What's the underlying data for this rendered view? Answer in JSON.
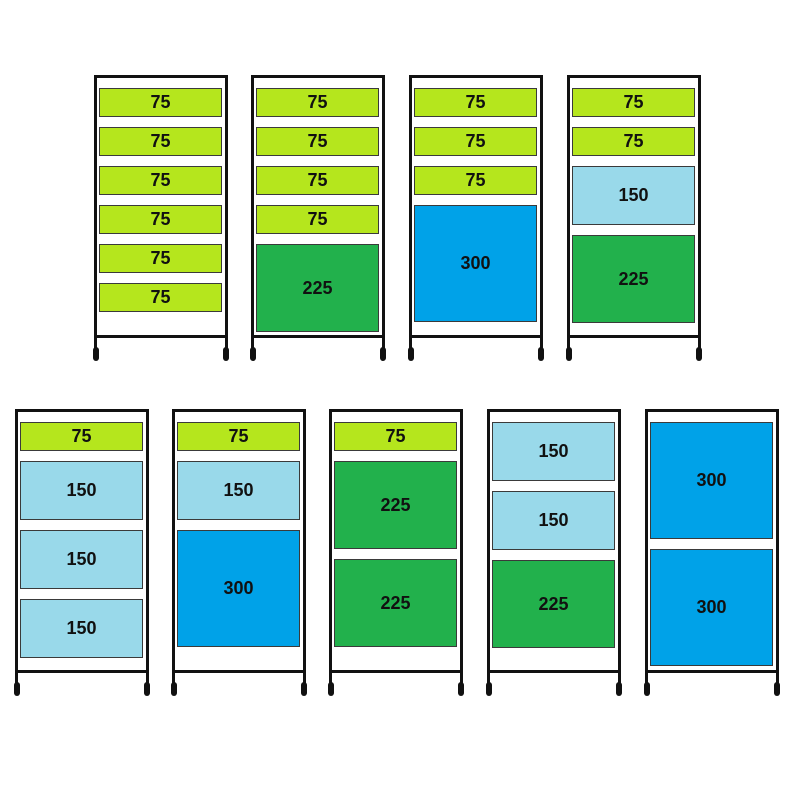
{
  "colors": {
    "75": "#b5e61d",
    "150": "#99d9ea",
    "225": "#22b14c",
    "300": "#00a2e8"
  },
  "rows": [
    {
      "carts": [
        {
          "drawers": [
            "75",
            "75",
            "75",
            "75",
            "75",
            "75"
          ]
        },
        {
          "drawers": [
            "75",
            "75",
            "75",
            "75",
            "225"
          ]
        },
        {
          "drawers": [
            "75",
            "75",
            "75",
            "300"
          ]
        },
        {
          "drawers": [
            "75",
            "75",
            "150",
            "225"
          ]
        }
      ]
    },
    {
      "carts": [
        {
          "drawers": [
            "75",
            "150",
            "150",
            "150"
          ]
        },
        {
          "drawers": [
            "75",
            "150",
            "300"
          ]
        },
        {
          "drawers": [
            "75",
            "225",
            "225"
          ]
        },
        {
          "drawers": [
            "150",
            "150",
            "225"
          ]
        },
        {
          "drawers": [
            "300",
            "300"
          ]
        }
      ]
    }
  ]
}
